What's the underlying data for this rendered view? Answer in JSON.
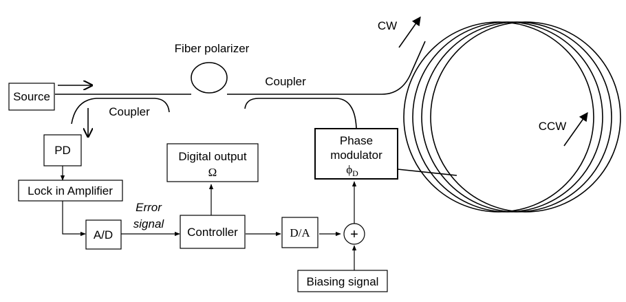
{
  "labels": {
    "source": "Source",
    "fiber_polarizer": "Fiber polarizer",
    "coupler_top": "Coupler",
    "coupler_left": "Coupler",
    "cw": "CW",
    "ccw": "CCW",
    "pd": "PD",
    "lock_in_amplifier": "Lock in Amplifier",
    "ad": "A/D",
    "error_signal_line1": "Error",
    "error_signal_line2": "signal",
    "controller": "Controller",
    "digital_output_line1": "Digital output",
    "digital_output_line2": "Ω",
    "da": "D/A",
    "sum_symbol": "+",
    "biasing_signal": "Biasing signal",
    "phase_modulator_line1": "Phase",
    "phase_modulator_line2": "modulator",
    "phase_modulator_symbol": "ϕ",
    "phase_modulator_subscript": "D"
  }
}
